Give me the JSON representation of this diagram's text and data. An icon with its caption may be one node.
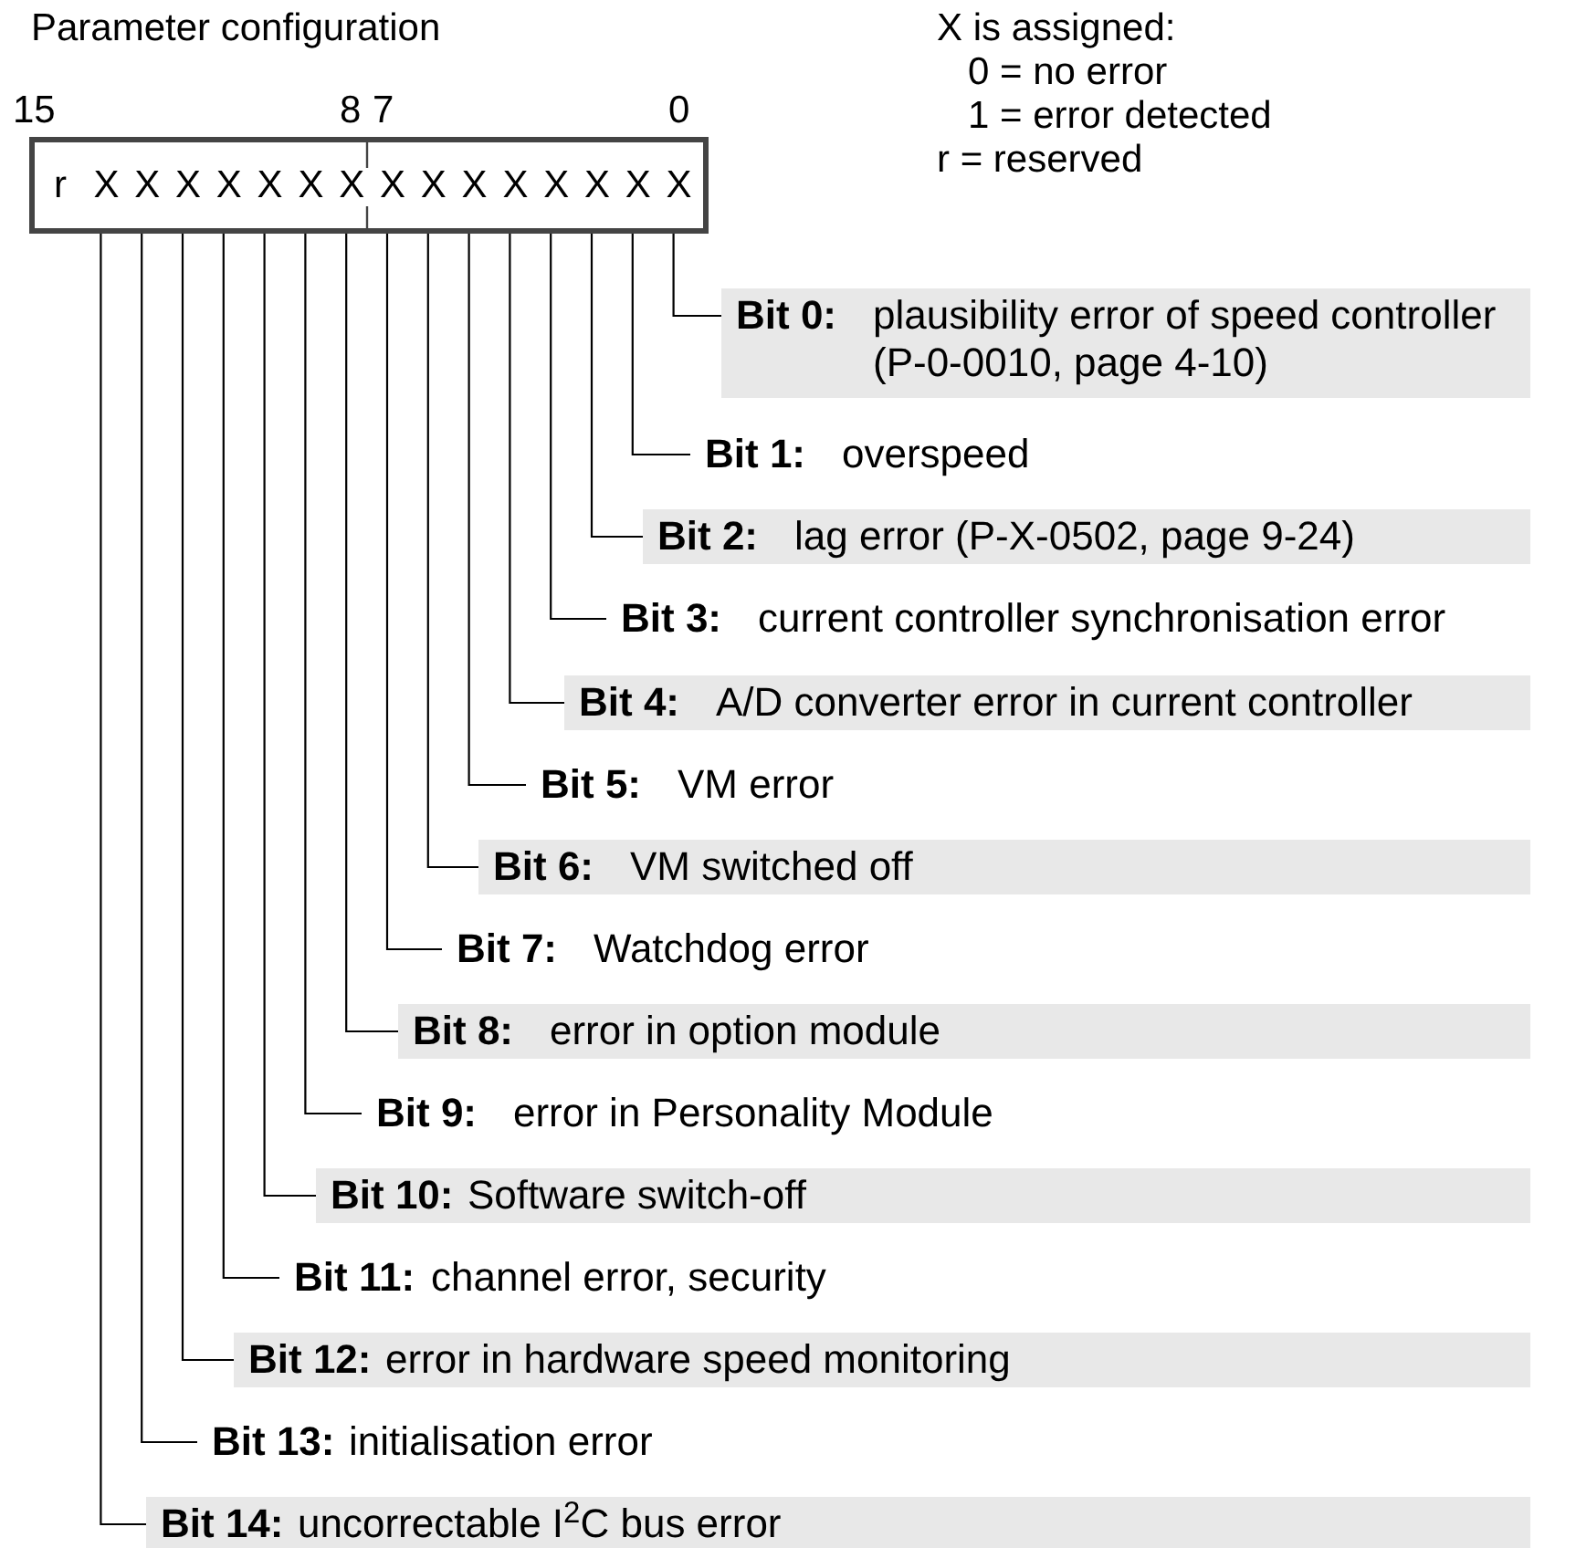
{
  "diagram": {
    "title": "Parameter configuration",
    "nodes": [
      {
        "text": [],
        "shape": "box"
      },
      {
        "text": [
          "r"
        ],
        "in": 0
      },
      {
        "text": [
          "X"
        ],
        "in": 0
      },
      {
        "text": [
          "X"
        ],
        "in": 0
      },
      {
        "text": [
          "X"
        ],
        "in": 0
      },
      {
        "text": [
          "X"
        ],
        "in": 0
      },
      {
        "text": [
          "X"
        ],
        "in": 0
      },
      {
        "text": [
          "X"
        ],
        "in": 0
      },
      {
        "text": [
          "X"
        ],
        "in": 0
      },
      {
        "text": [
          "X"
        ],
        "in": 0
      },
      {
        "text": [
          "X"
        ],
        "in": 0
      },
      {
        "text": [
          "X"
        ],
        "in": 0
      },
      {
        "text": [
          "X"
        ],
        "in": 0
      },
      {
        "text": [
          "X"
        ],
        "in": 0
      },
      {
        "text": [
          "X"
        ],
        "in": 0
      },
      {
        "text": [
          "X"
        ],
        "in": 0
      },
      {
        "text": [
          "X"
        ],
        "in": 0
      },
      {
        "text": [
          "Bit 0:",
          "plausibility error of speed controller (P-0-0010, page 4-10)"
        ]
      },
      {
        "text": [
          "Bit 1:",
          "overspeed"
        ]
      },
      {
        "text": [
          "Bit 2:",
          "lag error (P-X-0502, page 9-24)"
        ]
      },
      {
        "text": [
          "Bit 3:",
          "current controller synchronisation error"
        ]
      },
      {
        "text": [
          "Bit 4:",
          "A/D converter error in current controller"
        ]
      },
      {
        "text": [
          "Bit 5:",
          "VM error"
        ]
      },
      {
        "text": [
          "Bit 6:",
          "VM switched off"
        ]
      },
      {
        "text": [
          "Bit 7:",
          "Watchdog error"
        ]
      },
      {
        "text": [
          "Bit 8:",
          "error in option module"
        ]
      },
      {
        "text": [
          "Bit 9:",
          "error in Personality Module"
        ]
      },
      {
        "text": [
          "Bit 10:",
          "Software switch-off"
        ]
      },
      {
        "text": [
          "Bit 11:",
          "channel error, security"
        ]
      },
      {
        "text": [
          "Bit 12:",
          "error in hardware speed monitoring"
        ]
      },
      {
        "text": [
          "Bit 13:",
          "initialisation error"
        ]
      },
      {
        "text": [
          "Bit 14:",
          "uncorrectable I$^{2}$C bus error"
        ]
      }
    ],
    "edges": [
      {
        "from": 16,
        "to": 17,
        "arrow": "none"
      },
      {
        "from": 15,
        "to": 18,
        "arrow": "none"
      },
      {
        "from": 14,
        "to": 19,
        "arrow": "none"
      },
      {
        "from": 13,
        "to": 20,
        "arrow": "none"
      },
      {
        "from": 12,
        "to": 21,
        "arrow": "none"
      },
      {
        "from": 11,
        "to": 22,
        "arrow": "none"
      },
      {
        "from": 10,
        "to": 23,
        "arrow": "none"
      },
      {
        "from": 9,
        "to": 24,
        "arrow": "none"
      },
      {
        "from": 8,
        "to": 25,
        "arrow": "none"
      },
      {
        "from": 7,
        "to": 26,
        "arrow": "none"
      },
      {
        "from": 6,
        "to": 27,
        "arrow": "none"
      },
      {
        "from": 5,
        "to": 28,
        "arrow": "none"
      },
      {
        "from": 4,
        "to": 29,
        "arrow": "none"
      },
      {
        "from": 3,
        "to": 30,
        "arrow": "none"
      },
      {
        "from": 2,
        "to": 31,
        "arrow": "none"
      }
    ],
    "labels": [
      "15",
      "8",
      "7",
      "0",
      "X is assigned:",
      "0 = no error",
      "1 = error detected",
      "r = reserved"
    ]
  }
}
